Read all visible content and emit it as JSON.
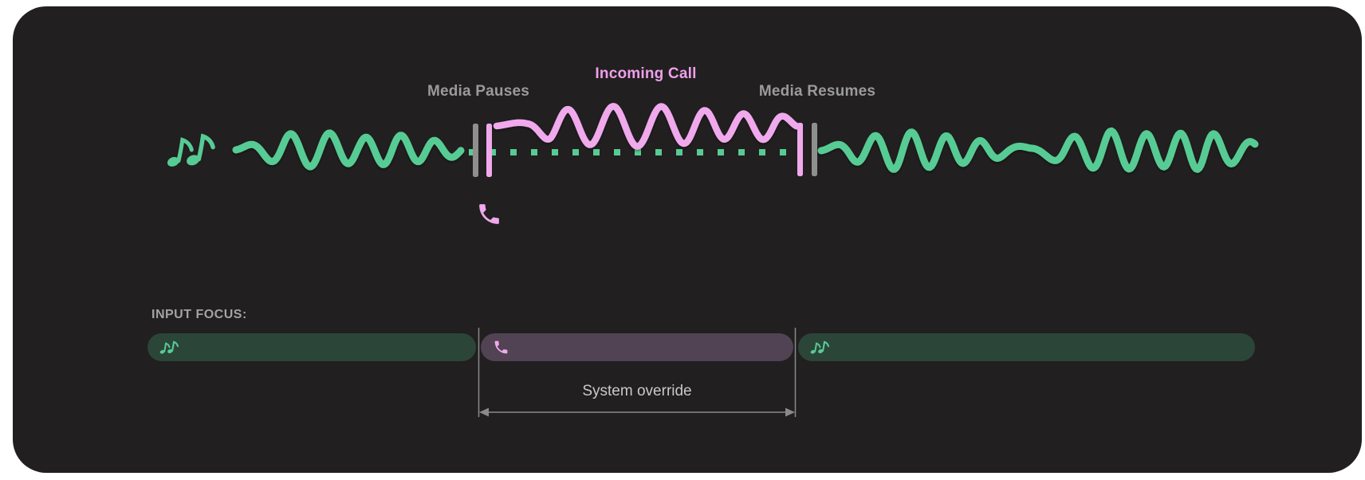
{
  "colors": {
    "page_bg": "#ffffff",
    "panel_bg": "#211f1f",
    "media_green": "#57cb94",
    "media_pill_green": "#2c4539",
    "call_pink": "#f0a9ec",
    "call_text_pink": "#ef9fea",
    "call_pill_purple": "#514254",
    "barrier_gray": "#8f8f8f",
    "label_gray": "#9b9b9b",
    "heading_gray": "#a3a3a3",
    "annotation_gray": "#c9c9c9",
    "arrow_gray": "#8a8a8a"
  },
  "timeline": {
    "media_pauses_label": "Media Pauses",
    "incoming_call_label": "Incoming Call",
    "media_resumes_label": "Media Resumes",
    "media_icon": "music-notes-icon",
    "call_icon": "phone-icon"
  },
  "input_focus": {
    "heading": "INPUT FOCUS:",
    "annotation": "System override",
    "segments": [
      {
        "type": "media",
        "icon": "music-notes-icon"
      },
      {
        "type": "call",
        "icon": "phone-icon"
      },
      {
        "type": "media",
        "icon": "music-notes-icon"
      }
    ]
  }
}
